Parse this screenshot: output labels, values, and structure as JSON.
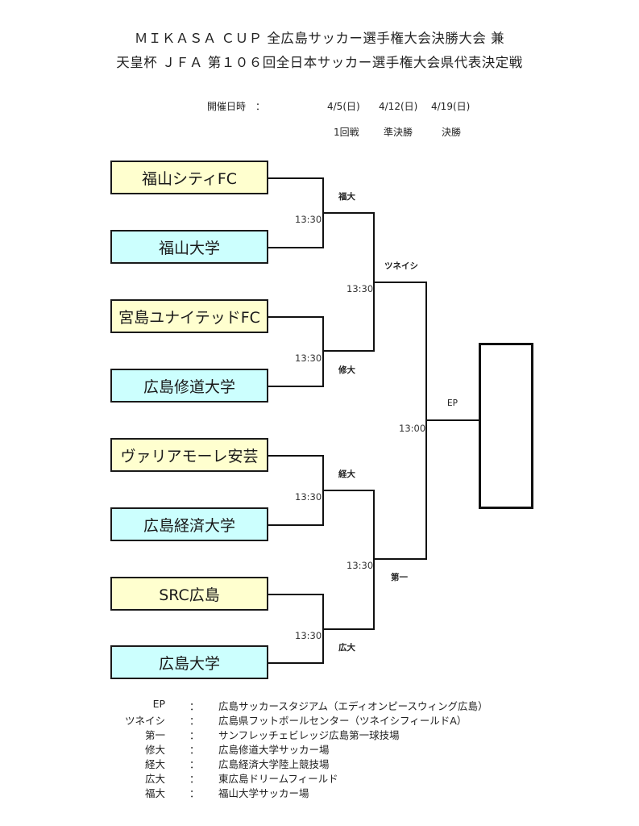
{
  "header": {
    "title_line1": "ＭＩＫＡＳＡ ＣＵＰ 全広島サッカー選手権大会決勝大会 兼",
    "title_line2": "天皇杯 ＪＦＡ 第１０６回全日本サッカー選手権大会県代表決定戦"
  },
  "schedule": {
    "label": "開催日時　：",
    "dates": [
      "4/5(日)",
      "4/12(日)",
      "4/19(日)"
    ],
    "rounds": [
      "1回戦",
      "準決勝",
      "決勝"
    ]
  },
  "teams": [
    {
      "name": "福山シティFC",
      "color": "#ffffcf"
    },
    {
      "name": "福山大学",
      "color": "#ccfffe"
    },
    {
      "name": "宮島ユナイテッドFC",
      "color": "#ffffcf"
    },
    {
      "name": "広島修道大学",
      "color": "#ccfffe"
    },
    {
      "name": "ヴァリアモーレ安芸",
      "color": "#ffffcf"
    },
    {
      "name": "広島経済大学",
      "color": "#ccfffe"
    },
    {
      "name": "SRC広島",
      "color": "#ffffcf"
    },
    {
      "name": "広島大学",
      "color": "#ccfffe"
    }
  ],
  "matches": {
    "round1": [
      {
        "time": "13:30",
        "venue": "福大"
      },
      {
        "time": "13:30",
        "venue": "修大"
      },
      {
        "time": "13:30",
        "venue": "経大"
      },
      {
        "time": "13:30",
        "venue": "広大"
      }
    ],
    "semifinal": [
      {
        "time": "13:30",
        "venue": "ツネイシ"
      },
      {
        "time": "13:30",
        "venue": "第一"
      }
    ],
    "final": {
      "time": "13:00",
      "venue": "EP"
    }
  },
  "legend": [
    {
      "abbr": "EP",
      "colon": "：",
      "full": "広島サッカースタジアム（エディオンピースウィング広島）"
    },
    {
      "abbr": "ツネイシ",
      "colon": "：",
      "full": "広島県フットボールセンター（ツネイシフィールドA）"
    },
    {
      "abbr": "第一",
      "colon": "：",
      "full": "サンフレッチェビレッジ広島第一球技場"
    },
    {
      "abbr": "修大",
      "colon": "：",
      "full": "広島修道大学サッカー場"
    },
    {
      "abbr": "経大",
      "colon": "：",
      "full": "広島経済大学陸上競技場"
    },
    {
      "abbr": "広大",
      "colon": "：",
      "full": "東広島ドリームフィールド"
    },
    {
      "abbr": "福大",
      "colon": "：",
      "full": "福山大学サッカー場"
    }
  ]
}
